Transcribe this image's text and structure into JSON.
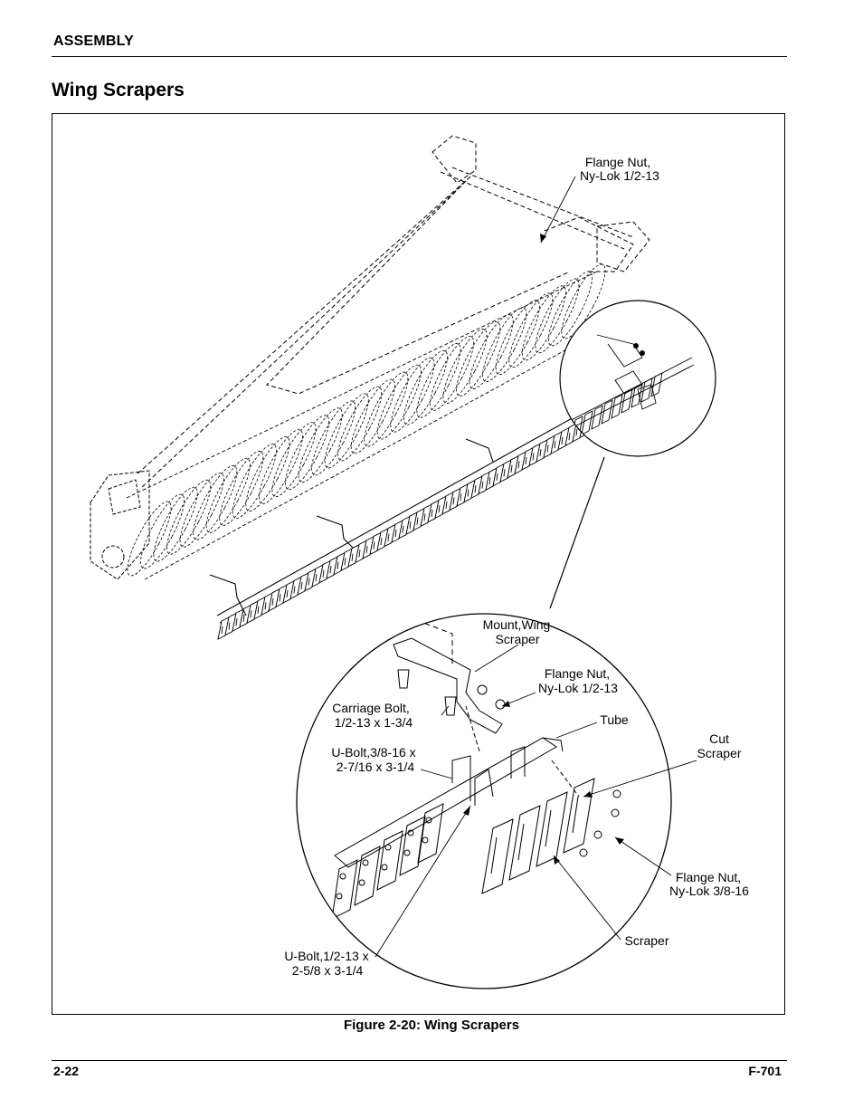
{
  "header": {
    "section": "ASSEMBLY"
  },
  "title": "Wing Scrapers",
  "figure": {
    "caption": "Figure 2-20:  Wing Scrapers",
    "callouts": {
      "flange_nut_top": [
        "Flange Nut,",
        "Ny-Lok 1/2-13"
      ],
      "mount_wing_scraper": [
        "Mount,Wing",
        "Scraper"
      ],
      "flange_nut_detail": [
        "Flange Nut,",
        "Ny-Lok 1/2-13"
      ],
      "carriage_bolt": [
        "Carriage Bolt,",
        "1/2-13 x 1-3/4"
      ],
      "tube": [
        "Tube"
      ],
      "cut_scraper": [
        "Cut",
        "Scraper"
      ],
      "u_bolt_38": [
        "U-Bolt,3/8-16 x",
        "2-7/16 x 3-1/4"
      ],
      "flange_nut_38": [
        "Flange Nut,",
        "Ny-Lok 3/8-16"
      ],
      "scraper": [
        "Scraper"
      ],
      "u_bolt_12": [
        "U-Bolt,1/2-13 x",
        "2-5/8 x 3-1/4"
      ]
    }
  },
  "footer": {
    "page_number": "2-22",
    "doc_id": "F-701"
  }
}
